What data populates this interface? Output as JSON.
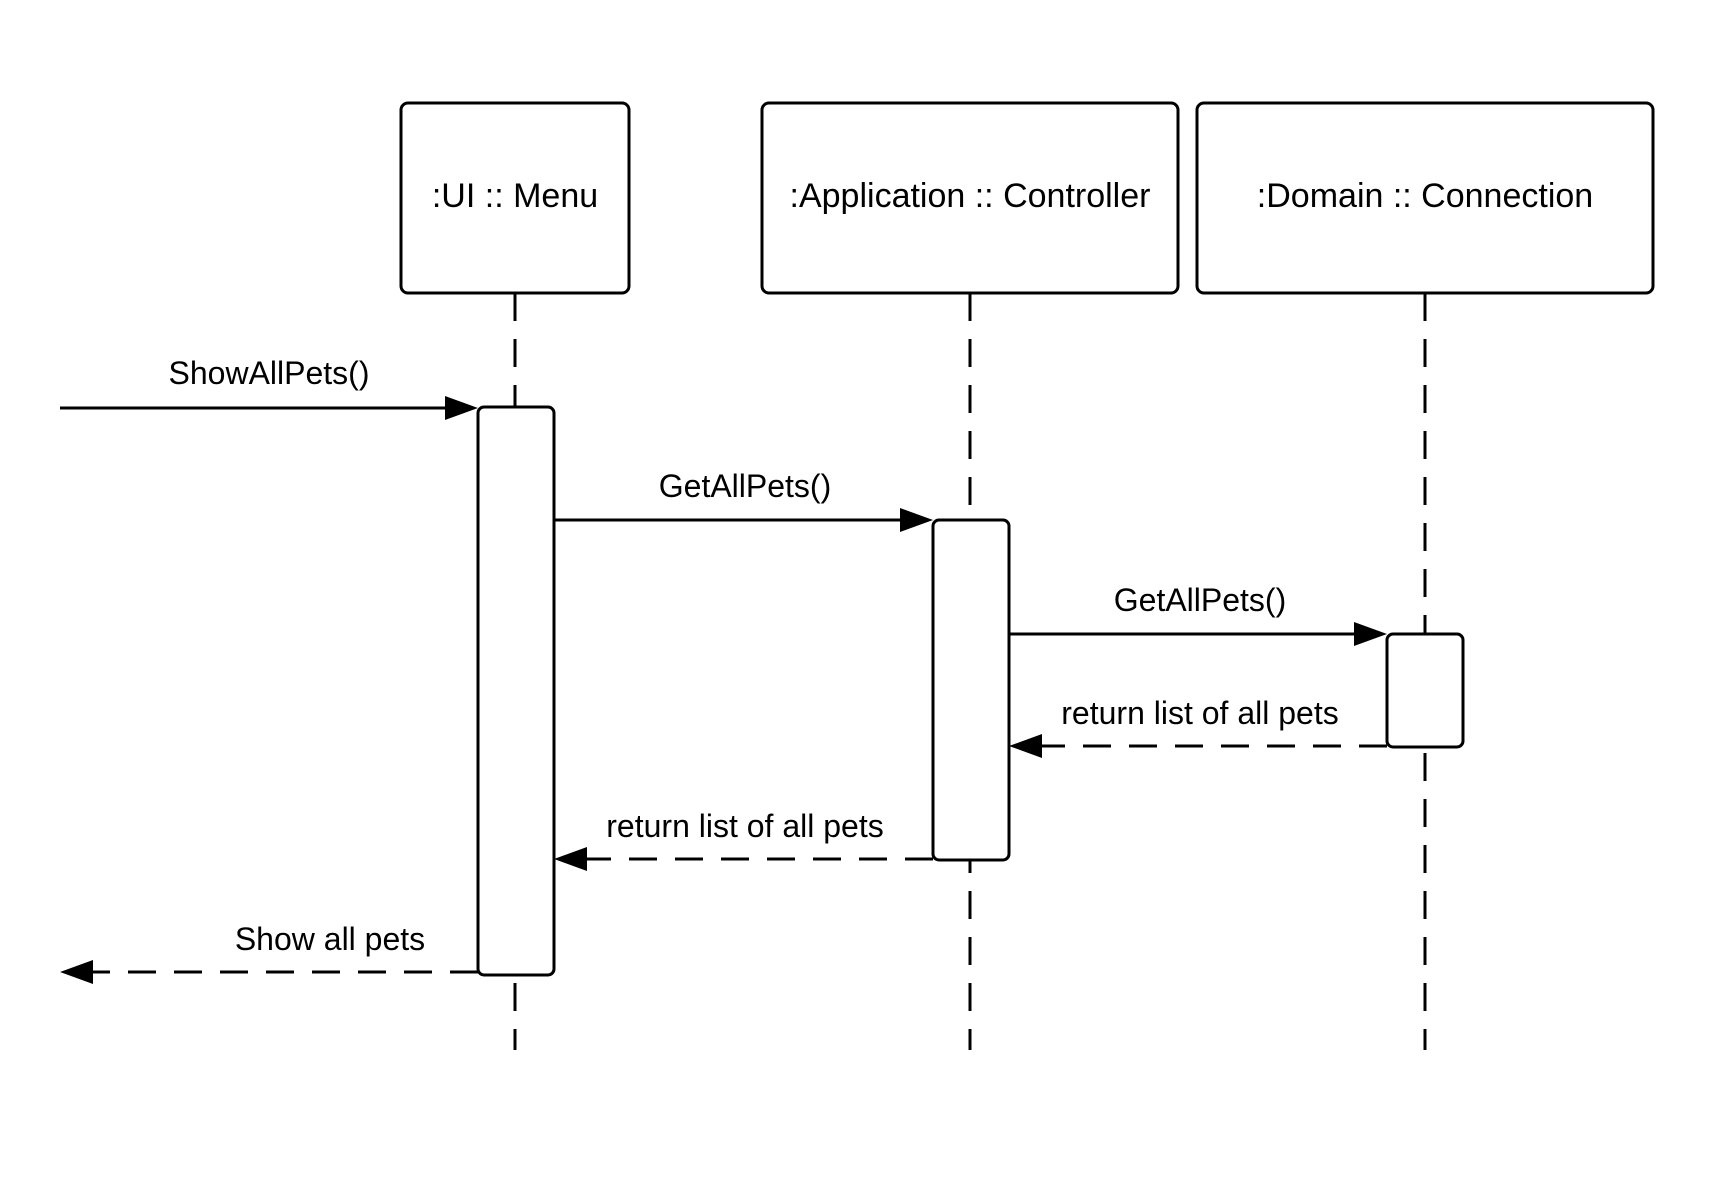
{
  "participants": [
    {
      "id": "ui",
      "label": ":UI :: Menu"
    },
    {
      "id": "app",
      "label": ":Application :: Controller"
    },
    {
      "id": "domain",
      "label": ":Domain :: Connection"
    }
  ],
  "messages": [
    {
      "id": "m1",
      "label": "ShowAllPets()",
      "from": "external",
      "to": "ui",
      "kind": "call"
    },
    {
      "id": "m2",
      "label": "GetAllPets()",
      "from": "ui",
      "to": "app",
      "kind": "call"
    },
    {
      "id": "m3",
      "label": "GetAllPets()",
      "from": "app",
      "to": "domain",
      "kind": "call"
    },
    {
      "id": "m4",
      "label": "return list of all pets",
      "from": "domain",
      "to": "app",
      "kind": "return"
    },
    {
      "id": "m5",
      "label": "return list of all pets",
      "from": "app",
      "to": "ui",
      "kind": "return"
    },
    {
      "id": "m6",
      "label": "Show all pets",
      "from": "ui",
      "to": "external",
      "kind": "return"
    }
  ]
}
